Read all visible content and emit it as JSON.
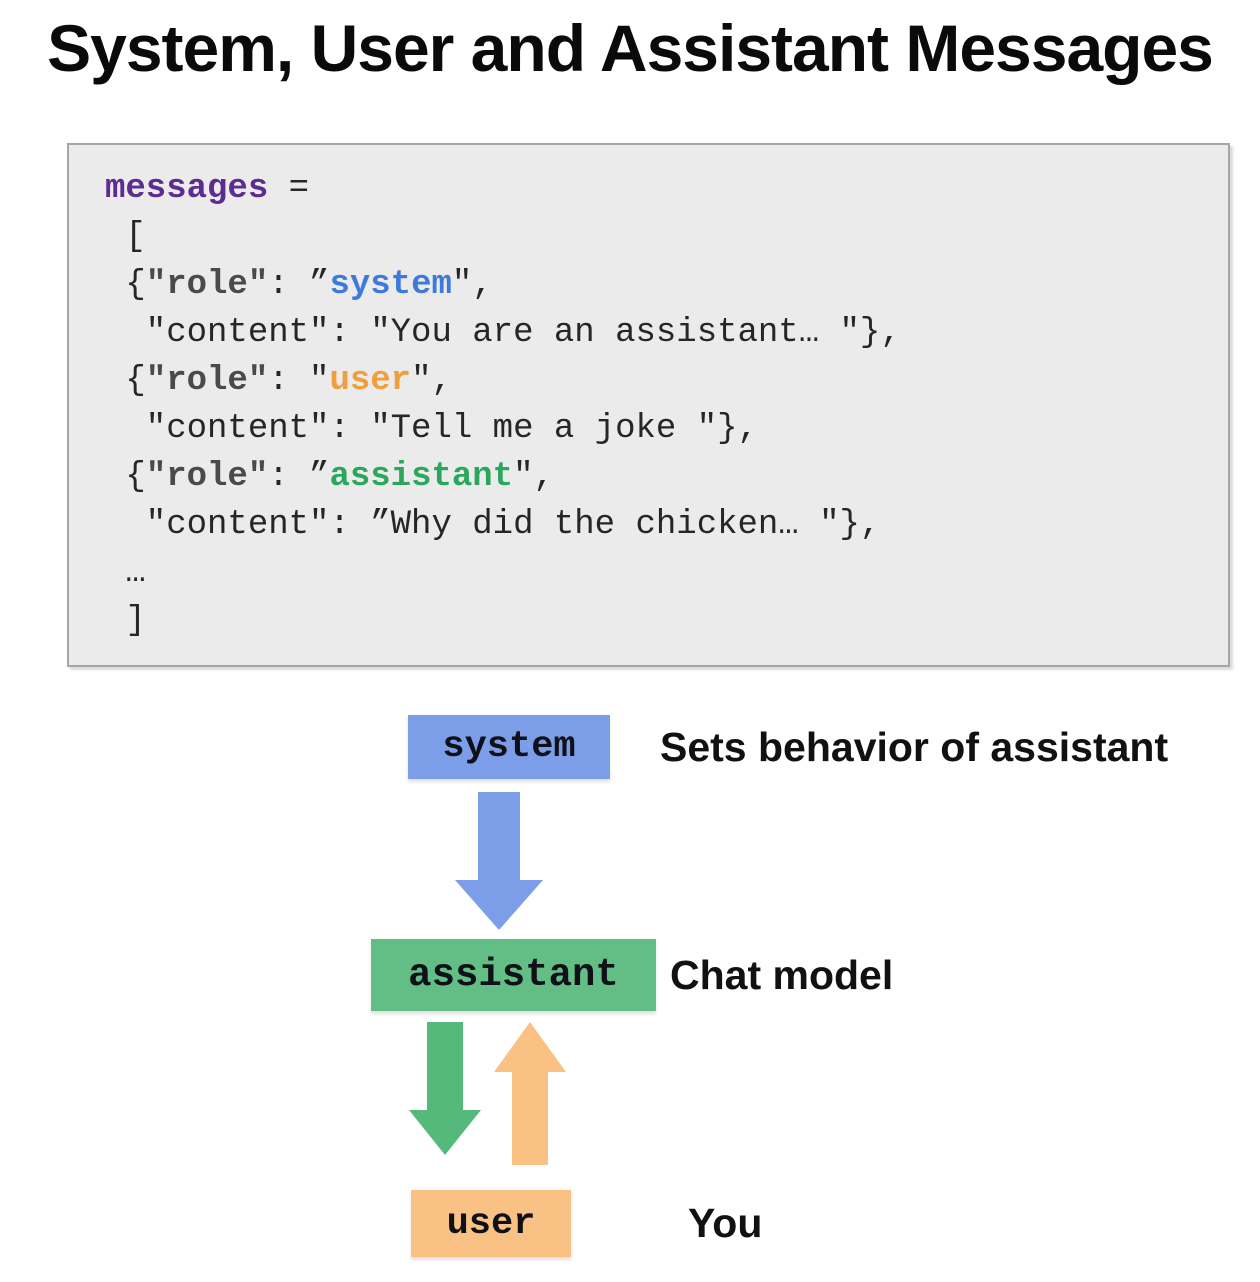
{
  "title": "System, User and Assistant Messages",
  "code": {
    "colors": {
      "plain": "#262626",
      "kw": "#5c2d91",
      "key": "#4a4a4a",
      "sys": "#3e7bd9",
      "usr": "#f09f3f",
      "ast": "#2aa75c"
    },
    "lines": [
      [
        {
          "t": "messages",
          "c": "kw"
        },
        {
          "t": " =",
          "c": "plain"
        }
      ],
      [
        {
          "t": " [",
          "c": "plain"
        }
      ],
      [
        {
          "t": " {",
          "c": "plain"
        },
        {
          "t": "\"role\"",
          "c": "key"
        },
        {
          "t": ": ”",
          "c": "plain"
        },
        {
          "t": "system",
          "c": "sys"
        },
        {
          "t": "\",",
          "c": "plain"
        }
      ],
      [
        {
          "t": "  \"content\": \"You are an assistant… \"},",
          "c": "plain"
        }
      ],
      [
        {
          "t": " {",
          "c": "plain"
        },
        {
          "t": "\"role\"",
          "c": "key"
        },
        {
          "t": ": \"",
          "c": "plain"
        },
        {
          "t": "user",
          "c": "usr"
        },
        {
          "t": "\",",
          "c": "plain"
        }
      ],
      [
        {
          "t": "  \"content\": \"Tell me a joke \"},",
          "c": "plain"
        }
      ],
      [
        {
          "t": " {",
          "c": "plain"
        },
        {
          "t": "\"role\"",
          "c": "key"
        },
        {
          "t": ": ”",
          "c": "plain"
        },
        {
          "t": "assistant",
          "c": "ast"
        },
        {
          "t": "\",",
          "c": "plain"
        }
      ],
      [
        {
          "t": "  \"content\": ”Why did the chicken… \"},",
          "c": "plain"
        }
      ],
      [
        {
          "t": " …",
          "c": "plain"
        }
      ],
      [
        {
          "t": " ]",
          "c": "plain"
        }
      ]
    ]
  },
  "diagram": {
    "colors": {
      "blue": "#7c9ee9",
      "green_box": "#62be85",
      "green_arrow": "#55b97c",
      "orange": "#f9c184"
    },
    "system_box": "system",
    "system_label": "Sets behavior of assistant",
    "assistant_box": "assistant",
    "assistant_label": "Chat model",
    "user_box": "user",
    "user_label": "You"
  }
}
